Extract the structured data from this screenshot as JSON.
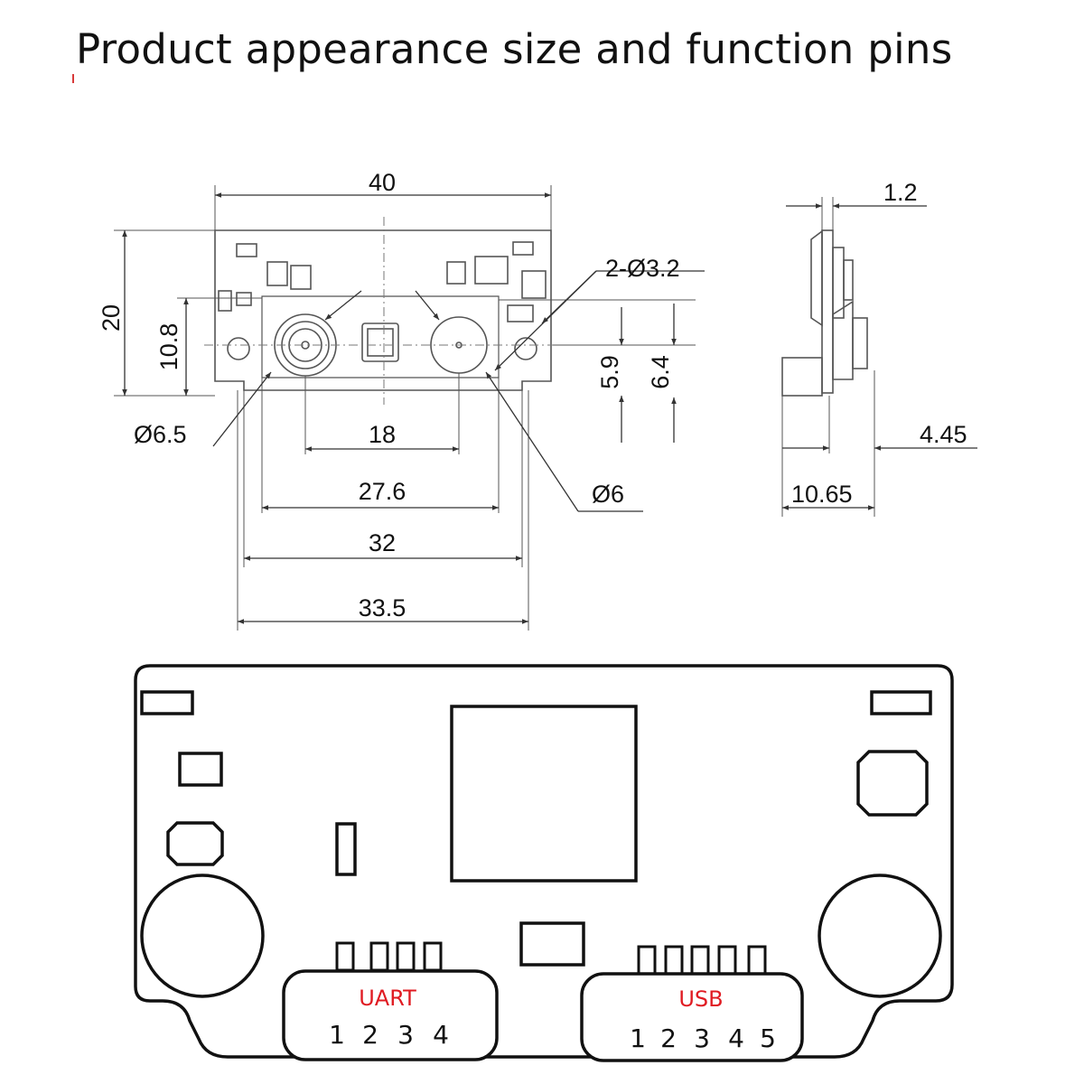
{
  "title": "Product appearance size and function pins",
  "front_view": {
    "width_label": "40",
    "height_label": "20",
    "lens_area_height_label": "10.8",
    "left_lens_diameter_label": "Ø6.5",
    "right_lens_diameter_label": "Ø6",
    "mount_holes_label": "2-Ø3.2",
    "lens_spacing_label": "18",
    "inner_width_label": "27.6",
    "hole_spacing_label": "32",
    "tab_width_label": "33.5",
    "center_height_label": "5.9",
    "hole_height_label": "6.4"
  },
  "side_view": {
    "thickness_label": "1.2",
    "depth_label": "4.45",
    "total_depth_label": "10.65"
  },
  "board": {
    "uart": {
      "label": "UART",
      "pins": [
        "1",
        "2",
        "3",
        "4"
      ]
    },
    "usb": {
      "label": "USB",
      "pins": [
        "1",
        "2",
        "3",
        "4",
        "5"
      ]
    }
  },
  "colors": {
    "line": "#111111",
    "dim_line": "#333333",
    "connector_label": "#e01b22"
  }
}
